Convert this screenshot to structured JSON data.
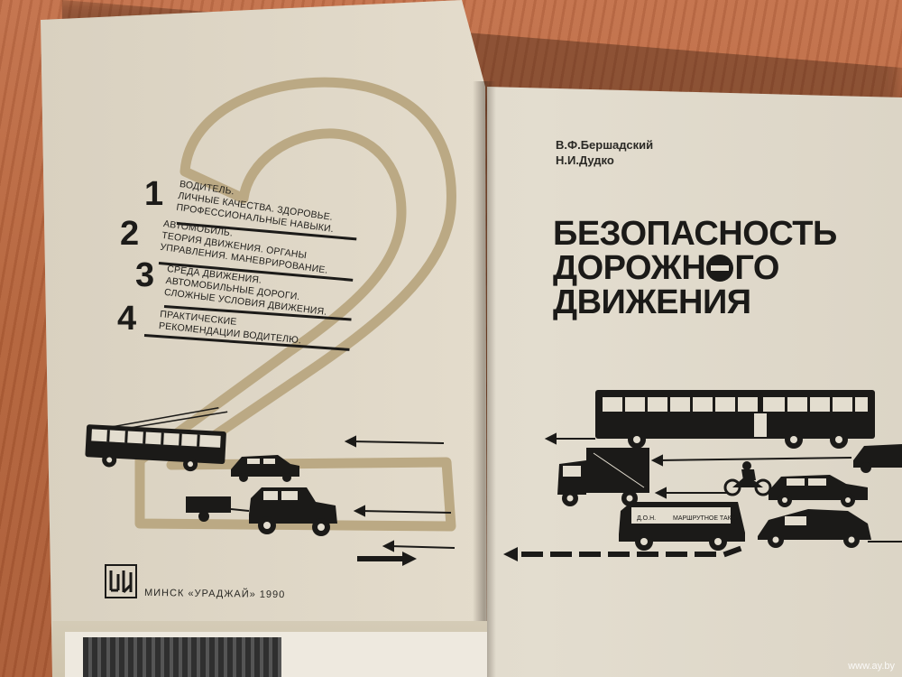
{
  "left_page": {
    "topics": [
      {
        "number": "1",
        "lines": [
          "Водитель.",
          "Личные качества. Здоровье.",
          "Профессиональные навыки."
        ]
      },
      {
        "number": "2",
        "lines": [
          "Автомобиль.",
          "Теория движения. Органы",
          "управления. Маневрирование."
        ]
      },
      {
        "number": "3",
        "lines": [
          "Среда движения.",
          "Автомобильные дороги.",
          "Сложные условия движения."
        ]
      },
      {
        "number": "4",
        "lines": [
          "Практические",
          "рекомендации водителю."
        ]
      }
    ],
    "big_numeral": "2",
    "publisher": "МИНСК «УРАДЖАЙ» 1990"
  },
  "right_page": {
    "authors": [
      "В.Ф.Бершадский",
      "Н.И.Дудко"
    ],
    "title_lines": [
      {
        "before": "БЕЗОПАСНОСТЬ",
        "after": ""
      },
      {
        "before": "ДОРОЖН",
        "after": "ГО"
      },
      {
        "before": "ДВИЖЕНИЯ",
        "after": ""
      }
    ],
    "bus_signs": [
      "Д.О.Н.",
      "МАРШРУТНОЕ ТАКСИ"
    ]
  },
  "watermark": "www.ay.by",
  "colors": {
    "page": "#e3ddcf",
    "ink": "#1b1a18",
    "numeral_outline": "#b9a682",
    "table": "#b5663e"
  }
}
